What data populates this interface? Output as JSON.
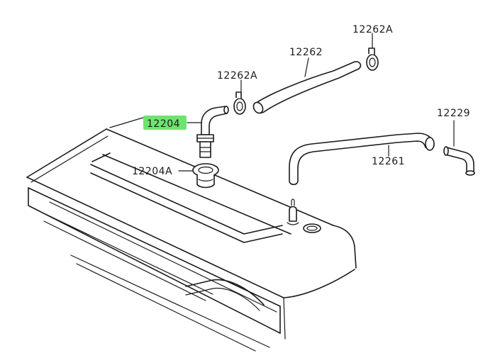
{
  "diagram": {
    "highlight_color": "#6ee36e",
    "callouts": [
      {
        "id": "pcv-valve",
        "label": "12204",
        "highlighted": true
      },
      {
        "id": "grommet",
        "label": "12204A",
        "highlighted": false
      },
      {
        "id": "clamp-left",
        "label": "12262A",
        "highlighted": false
      },
      {
        "id": "hose-upper",
        "label": "12262",
        "highlighted": false
      },
      {
        "id": "clamp-right",
        "label": "12262A",
        "highlighted": false
      },
      {
        "id": "hose-lower",
        "label": "12261",
        "highlighted": false
      },
      {
        "id": "union",
        "label": "12229",
        "highlighted": false
      }
    ]
  }
}
